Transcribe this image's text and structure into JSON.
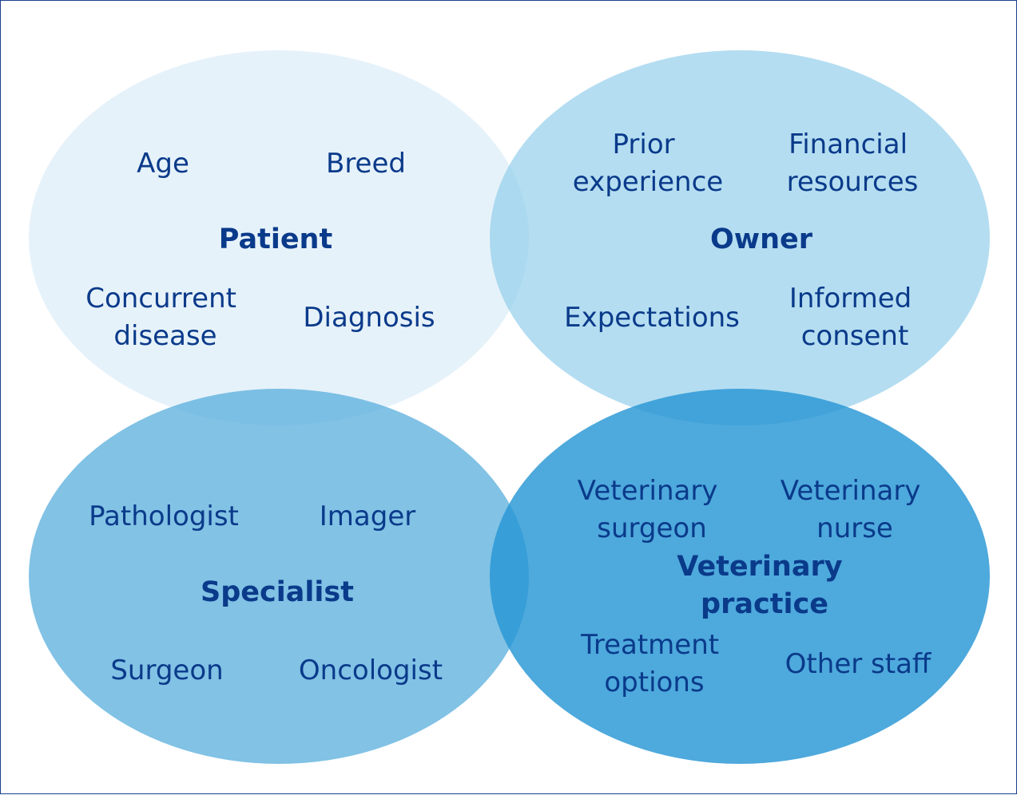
{
  "colors": {
    "border": "#1c3f8f",
    "text": "#0a3a8a",
    "patient_fill": "#e3f1f9",
    "owner_fill": "#b3d9ee",
    "specialist_fill": "#84c2e5",
    "practice_fill": "#4aa8db"
  },
  "circles": {
    "patient": {
      "title": "Patient",
      "items": [
        [
          "Age"
        ],
        [
          "Breed"
        ],
        [
          "Concurrent",
          "disease"
        ],
        [
          "Diagnosis"
        ]
      ]
    },
    "owner": {
      "title": "Owner",
      "items": [
        [
          "Prior",
          "experience"
        ],
        [
          "Financial",
          "resources"
        ],
        [
          "Expectations"
        ],
        [
          "Informed",
          "consent"
        ]
      ]
    },
    "specialist": {
      "title": "Specialist",
      "items": [
        [
          "Pathologist"
        ],
        [
          "Imager"
        ],
        [
          "Surgeon"
        ],
        [
          "Oncologist"
        ]
      ]
    },
    "practice": {
      "title_lines": [
        "Veterinary",
        "practice"
      ],
      "items": [
        [
          "Veterinary",
          "surgeon"
        ],
        [
          "Veterinary",
          "nurse"
        ],
        [
          "Treatment",
          "options"
        ],
        [
          "Other staff"
        ]
      ]
    }
  }
}
